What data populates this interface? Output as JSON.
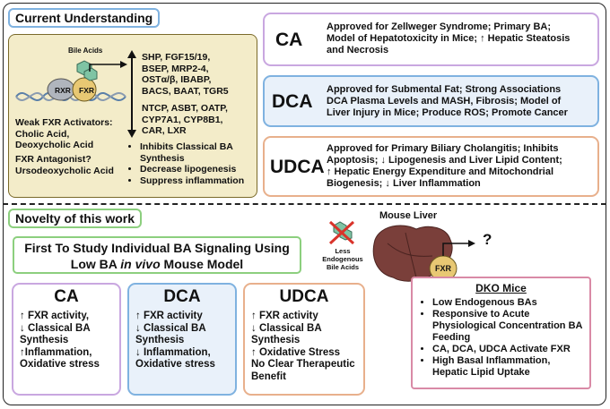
{
  "sections": {
    "current": "Current Understanding",
    "novelty": "Novelty of this work"
  },
  "pathway": {
    "bile_acids": "Bile Acids",
    "rxr": "RXR",
    "fxr": "FXR",
    "up_genes": [
      "SHP, FGF15/19,",
      "BSEP, MRP2-4,",
      "OSTα/β, IBABP,",
      "BACS, BAAT, TGR5"
    ],
    "down_genes": [
      "NTCP, ASBT, OATP,",
      "CYP7A1, CYP8B1,",
      "CAR, LXR"
    ],
    "weak_title": "Weak FXR Activators:",
    "weak_items": [
      "Cholic Acid,",
      "Deoxycholic Acid"
    ],
    "antag_title": "FXR Antagonist?",
    "antag_item": "Ursodeoxycholic Acid",
    "effects": [
      "Inhibits Classical BA Synthesis",
      "Decrease lipogenesis",
      "Suppress inflammation"
    ]
  },
  "bile_acid_info": [
    {
      "name": "CA",
      "lines": [
        "Approved for Zellweger Syndrome; Primary BA;",
        "Model of Hepatotoxicity in Mice; ↑ Hepatic Steatosis",
        "and Necrosis"
      ]
    },
    {
      "name": "DCA",
      "lines": [
        "Approved for Submental Fat; Strong Associations",
        "DCA Plasma Levels and MASH, Fibrosis; Model of",
        "Liver Injury in Mice; Produce ROS; Promote Cancer"
      ]
    },
    {
      "name": "UDCA",
      "lines": [
        "Approved for Primary Biliary Cholangitis; Inhibits",
        "Apoptosis; ↓ Lipogenesis and Liver Lipid Content;",
        "↑ Hepatic Energy Expenditure and Mitochondrial",
        "Biogenesis; ↓ Liver Inflammation"
      ]
    }
  ],
  "novelty": {
    "line1": "First To Study Individual BA Signaling Using",
    "line2_pre": "Low BA ",
    "line2_em": "in vivo",
    "line2_post": " Mouse Model"
  },
  "findings": [
    {
      "name": "CA",
      "lines": [
        "↑ FXR activity,",
        "↓ Classical BA",
        "Synthesis",
        "↑Inflammation,",
        "Oxidative stress"
      ]
    },
    {
      "name": "DCA",
      "lines": [
        "↑ FXR activity",
        "↓ Classical BA",
        "Synthesis",
        "↓ Inflammation,",
        "Oxidative stress"
      ]
    },
    {
      "name": "UDCA",
      "lines": [
        "↑ FXR activity",
        "↓ Classical BA",
        "Synthesis",
        "↑ Oxidative Stress",
        "No Clear Therapeutic",
        "Benefit"
      ]
    }
  ],
  "mouse": {
    "title": "Mouse Liver",
    "less_label": [
      "Less",
      "Endogenous",
      "Bile Acids"
    ],
    "fxr": "FXR",
    "question": "?"
  },
  "dko": {
    "title": "DKO Mice",
    "items": [
      "Low Endogenous BAs",
      "Responsive to Acute Physiological Concentration BA Feeding",
      "CA, DCA, UDCA Activate FXR",
      "High Basal Inflammation, Hepatic Lipid Uptake"
    ]
  },
  "colors": {
    "beige": "#f3ecc9",
    "purple_border": "#c9a7e0",
    "blue_border": "#7fb2e0",
    "peach_border": "#e8b08c",
    "green_border": "#8ccf7e",
    "liver": "#7a3f3a",
    "dko_border": "#d98aa6"
  }
}
